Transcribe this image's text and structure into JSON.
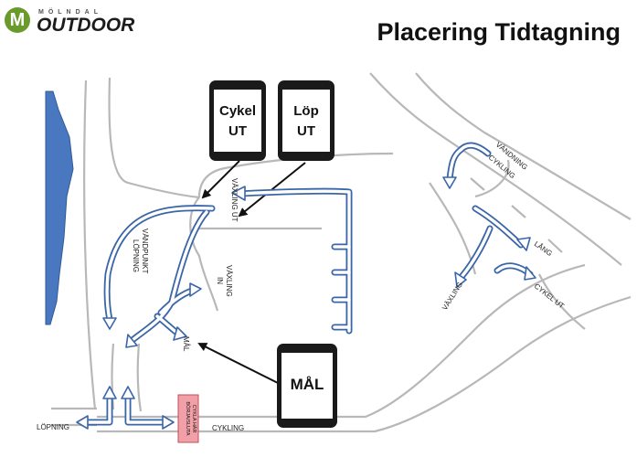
{
  "header": {
    "logo_badge": "M",
    "logo_small": "MÖLNDAL",
    "logo_big": "OUTDOOR",
    "title": "Placering Tidtagning"
  },
  "devices": {
    "bike_out": {
      "line1": "Cykel",
      "line2": "UT"
    },
    "run_out": {
      "line1": "Löp",
      "line2": "UT"
    },
    "finish": {
      "line1": "MÅL"
    }
  },
  "labels": {
    "vaxling_ut": "VÄXLING UT",
    "vaxling_in_1": "VÄXLING",
    "vaxling_in_2": "IN",
    "vandpunkt_lopning_1": "VÄNDPUNKT",
    "vandpunkt_lopning_2": "LÖPNING",
    "mal": "MÅL",
    "lopning": "LÖPNING",
    "cykling": "CYKLING",
    "vandning_cykling_1": "VÄNDNING",
    "vandning_cykling_2": "CYKLING",
    "lang": "LÅNG",
    "vaxling": "VÄXLING",
    "cykel_ut": "CYKEL UT",
    "start_marker_1": "BÖRJA/SLUTA",
    "start_marker_2": "CYKLA HÄR"
  },
  "colors": {
    "road": "#b8b8b8",
    "water": "#4a78c0",
    "arrow_outline": "#3a66a8",
    "marker_fill": "#f2a0a8",
    "marker_border": "#c0505a",
    "logo_green": "#6a9a2b"
  }
}
